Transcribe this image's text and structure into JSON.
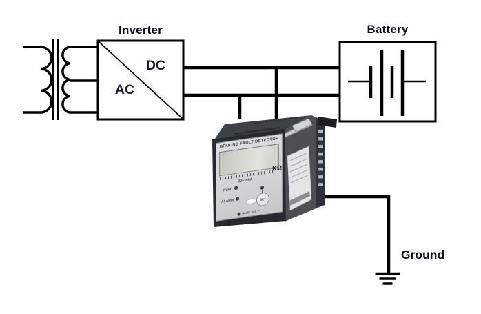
{
  "diagram": {
    "inverter": {
      "title": "Inverter",
      "dc": "DC",
      "ac": "AC"
    },
    "battery": {
      "title": "Battery"
    },
    "ground": {
      "title": "Ground"
    }
  },
  "device": {
    "title": "GROUND FAULT DETECTOR",
    "unit": "KΩ",
    "model": "ZJF-95A",
    "led_pwr": "PWR",
    "led_alarm": "ALARM",
    "button_set": "SET",
    "brand": "BLUE JAY",
    "trademark": "™"
  },
  "colors": {
    "wire": "#000000",
    "label_text": "#0c111d",
    "device_housing": "#3e4246",
    "device_bezel": "#26292d",
    "device_panel": "#d6d7d8",
    "lcd": "#d2d6cd",
    "background": "#ffffff"
  }
}
